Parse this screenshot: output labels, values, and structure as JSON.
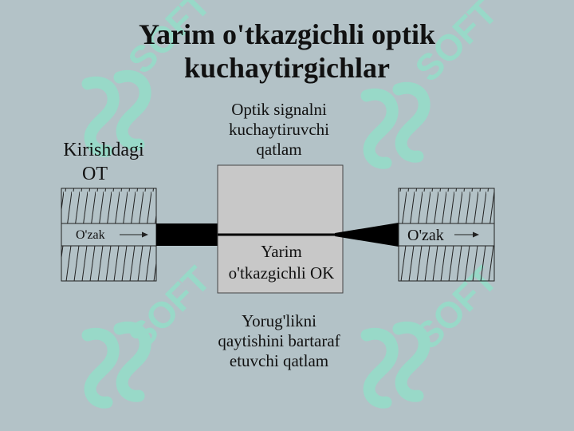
{
  "title": {
    "line1": "Yarim o'tkazgichli optik",
    "line2": "kuchaytirgichlar"
  },
  "labels": {
    "input_fiber": [
      "Kirishdagi",
      "OT"
    ],
    "amplifying_layer": [
      "Optik signalni",
      "kuchaytiruvchi",
      "qatlam"
    ],
    "semiconductor_amp": [
      "Yarim",
      "o'tkazgichli OK"
    ],
    "reflection_layer": [
      "Yorug'likni",
      "qaytishini bartaraf",
      "etuvchi qatlam"
    ],
    "core_left": "O'zak",
    "core_right": "O'zak"
  },
  "watermark": {
    "text": "SOFT"
  },
  "colors": {
    "background": "#b3c2c7",
    "watermark": "#8fe0c8",
    "block_fill": "#c8c8c8",
    "waveguide": "#000000"
  }
}
